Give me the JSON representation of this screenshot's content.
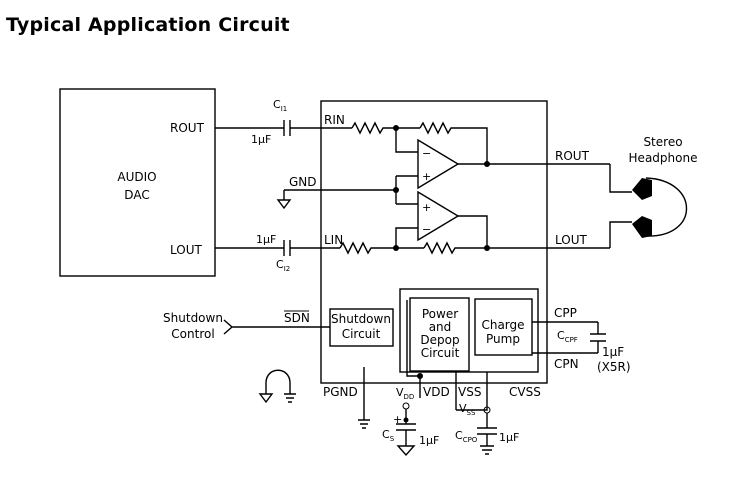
{
  "title": "Typical Application Circuit",
  "dac": {
    "line1": "AUDIO",
    "line2": "DAC",
    "rout": "ROUT",
    "lout": "LOUT"
  },
  "caps": {
    "c1": "C",
    "c1_sub": "I1",
    "c1_val": "1µF",
    "c2": "C",
    "c2_sub": "I2",
    "c2_val": "1µF",
    "cs": "C",
    "cs_sub": "S",
    "cs_val": "1µF",
    "cpo": "C",
    "cpo_sub": "CPO",
    "cpo_val": "1µF",
    "cpf": "C",
    "cpf_sub": "CPF",
    "cpf_val": "1µF",
    "cpf_type": "(X5R)"
  },
  "pins": {
    "rin": "RIN",
    "gnd": "GND",
    "lin": "LIN",
    "sdn": "SDN",
    "pgnd": "PGND",
    "vdd": "VDD",
    "vss": "VSS",
    "cvss": "CVSS",
    "rout": "ROUT",
    "lout": "LOUT",
    "cpp": "CPP",
    "cpn": "CPN"
  },
  "nodes": {
    "vdd_v": "V",
    "vdd_sub": "DD",
    "vss_v": "V",
    "vss_sub": "SS"
  },
  "blocks": {
    "shutdown": [
      "Shutdown",
      "Circuit"
    ],
    "power": [
      "Power",
      "and",
      "Depop",
      "Circuit"
    ],
    "charge": [
      "Charge",
      "Pump"
    ]
  },
  "shutdown_control": [
    "Shutdown",
    "Control"
  ],
  "headphone": [
    "Stereo",
    "Headphone"
  ],
  "amp_signs": {
    "minus": "−",
    "plus": "+"
  }
}
